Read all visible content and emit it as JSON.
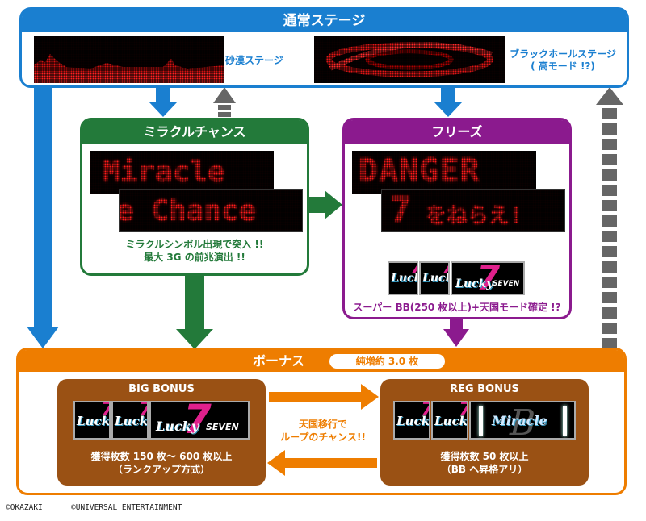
{
  "colors": {
    "blue": "#1a7fd0",
    "green": "#237a3a",
    "purple": "#8b1a8e",
    "orange": "#ee7d00",
    "brown": "#9a5114",
    "gray_arrow": "#666666"
  },
  "normal_stage": {
    "title": "通常ステージ",
    "desert_label": "砂漠ステージ",
    "blackhole_label_line1": "ブラックホールステージ",
    "blackhole_label_line2": "( 高モード !?)"
  },
  "miracle_chance": {
    "title": "ミラクルチャンス",
    "display_line1": "Miracle",
    "display_line2": "e Chance",
    "caption_line1": "ミラクルシンボル出現で突入 !!",
    "caption_line2": "最大 3G の前兆演出 !!"
  },
  "freeze": {
    "title": "フリーズ",
    "display_line1": "DANGER",
    "display_line2_num": "7",
    "display_line2_text": "をねらえ!",
    "reel_text": "Lucky",
    "seven_tag": "SEVEN",
    "caption": "スーパー BB(250 枚以上)+天国モード確定 !?"
  },
  "bonus": {
    "title": "ボーナス",
    "net_gain": "純増約 3.0 枚",
    "big": {
      "title": "BIG BONUS",
      "reel_text": "Lucky",
      "seven_tag": "SEVEN",
      "caption_line1": "獲得枚数 150 枚～ 600 枚以上",
      "caption_line2": "（ランクアップ方式）"
    },
    "reg": {
      "title": "REG BONUS",
      "reel_text": "Lucky",
      "miracle_text": "Miracle",
      "caption_line1": "獲得枚数 50 枚以上",
      "caption_line2": "（BB へ昇格アリ）"
    },
    "middle_line1": "天国移行で",
    "middle_line2": "ループのチャンス!!"
  },
  "credits": {
    "okazaki": "©OKAZAKI",
    "universal": "©UNIVERSAL ENTERTAINMENT"
  }
}
